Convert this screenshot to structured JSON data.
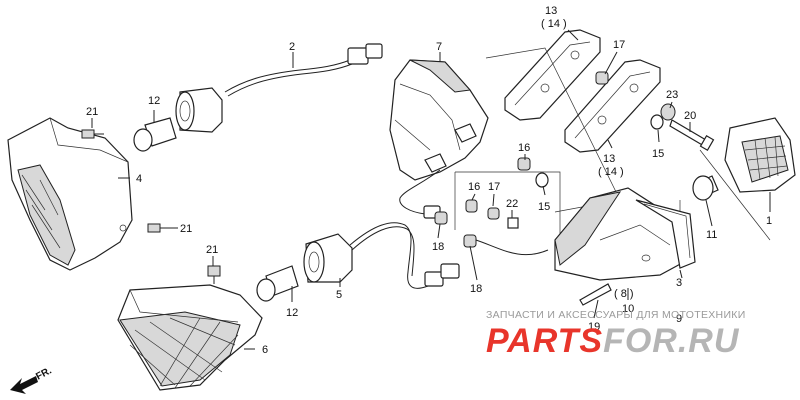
{
  "labels": {
    "l1": "1",
    "l2": "2",
    "l3": "3",
    "l4": "4",
    "l5": "5",
    "l6": "6",
    "l7": "7",
    "l8": "( 8 )",
    "l9": "9",
    "l10": "10",
    "l11": "11",
    "l12a": "12",
    "l12b": "12",
    "l13a": "13",
    "l14a": "( 14 )",
    "l13b": "13",
    "l14b": "( 14 )",
    "l15a": "15",
    "l15b": "15",
    "l16a": "16",
    "l16b": "16",
    "l17a": "17",
    "l17b": "17",
    "l18a": "18",
    "l18b": "18",
    "l19": "19",
    "l20": "20",
    "l21a": "21",
    "l21b": "21",
    "l21c": "21",
    "l22": "22",
    "l23": "23"
  },
  "watermark": {
    "top_text": "ЗАПЧАСТИ И АКСЕССУАРЫ ДЛЯ МОТОТЕХНИКИ",
    "logo_part1": "PARTS",
    "logo_part2": "FOR.RU",
    "color_red": "#e8352b",
    "color_gray": "#b5b5b5"
  },
  "front_arrow_label": "FR.",
  "icons": {
    "front_arrow": "front-direction-arrow-icon"
  }
}
